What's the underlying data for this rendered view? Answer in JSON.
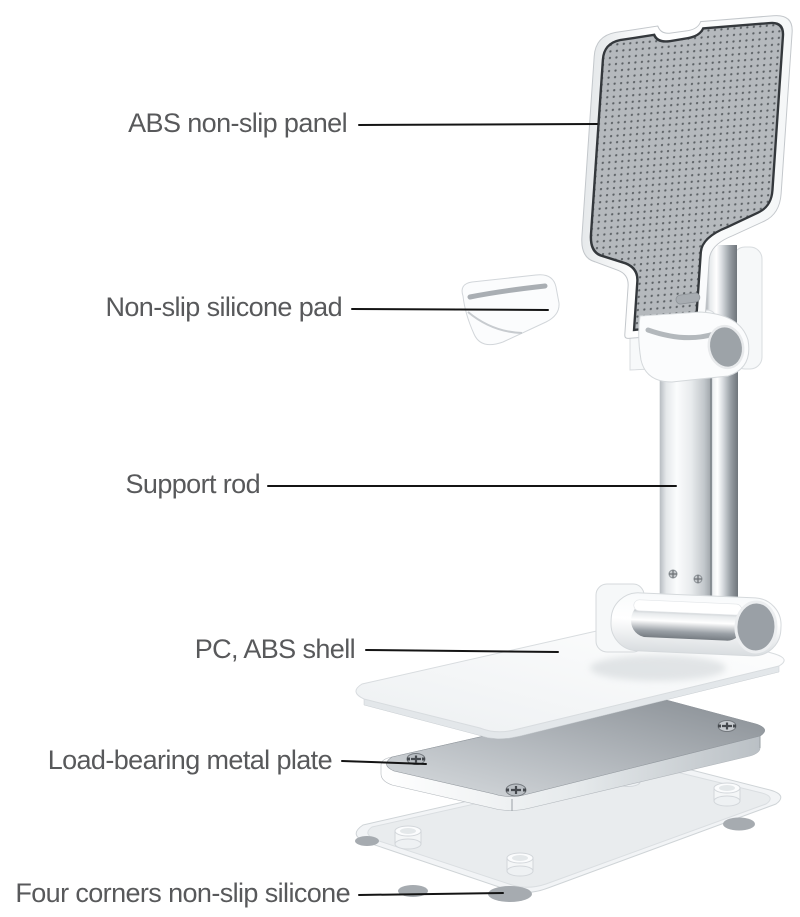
{
  "diagram": {
    "subject": "foldable-phone-stand-parts-diagram",
    "labels": [
      {
        "id": "abs-panel",
        "text": "ABS non-slip panel"
      },
      {
        "id": "silicone-pad",
        "text": "Non-slip silicone pad"
      },
      {
        "id": "support-rod",
        "text": "Support rod"
      },
      {
        "id": "pc-abs-shell",
        "text": "PC, ABS shell"
      },
      {
        "id": "metal-plate",
        "text": "Load-bearing metal plate"
      },
      {
        "id": "corner-silicone",
        "text": "Four corners non-slip silicone"
      }
    ],
    "colors": {
      "background": "#ffffff",
      "label_text": "#58595b",
      "callout_line": "#141414",
      "panel_texture": "#b5b9bd",
      "panel_dot": "#5c6165",
      "panel_inner_border": "#34383c",
      "plastic_white": "#fafbfc",
      "chrome_dark": "#878d93",
      "silicone_gray": "#9da3a8",
      "metal_plate": "#b4b9be"
    }
  }
}
